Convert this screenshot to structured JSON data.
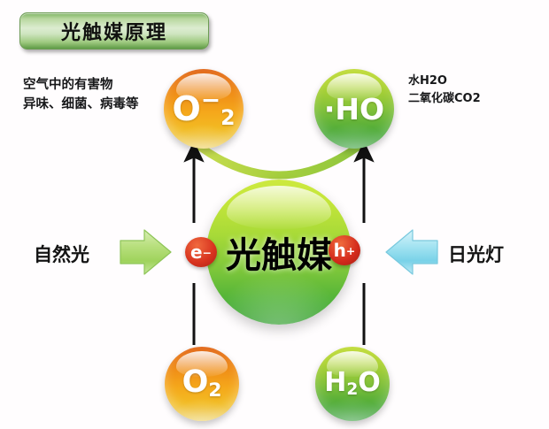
{
  "title": {
    "text": "光触媒原理"
  },
  "captions": {
    "left": {
      "line1": "空气中的有害物",
      "line2": "异味、细菌、病毒等"
    },
    "right": {
      "line1": "水H2O",
      "line2": "二氧化碳CO2"
    }
  },
  "center": {
    "label": "光触媒",
    "electron_badge": "e",
    "electron_sign": "−",
    "hole_badge": "h",
    "hole_sign": "+"
  },
  "nodes": {
    "superoxide": {
      "symbol": "O",
      "sub": "2",
      "sup": "−",
      "color": "#f0931a"
    },
    "hydroxyl": {
      "symbol": "·HO",
      "color": "#7ec43a"
    },
    "oxygen": {
      "symbol": "O",
      "sub": "2",
      "color": "#f0931a"
    },
    "water": {
      "symbol": "H",
      "sub": "2",
      "symbol2": "O",
      "color": "#7ec43a"
    }
  },
  "light_sources": {
    "left": {
      "label": "自然光",
      "arrow": "arrow-right",
      "color": "#a8d96a"
    },
    "right": {
      "label": "日光灯",
      "arrow": "arrow-left",
      "color": "#7fd3e8"
    }
  },
  "colors": {
    "background": "#fffdfe",
    "banner_green": "#7fb464",
    "arc_green": "#a9d243",
    "arrow_black": "#111111",
    "badge_red": "#d42b1c"
  }
}
